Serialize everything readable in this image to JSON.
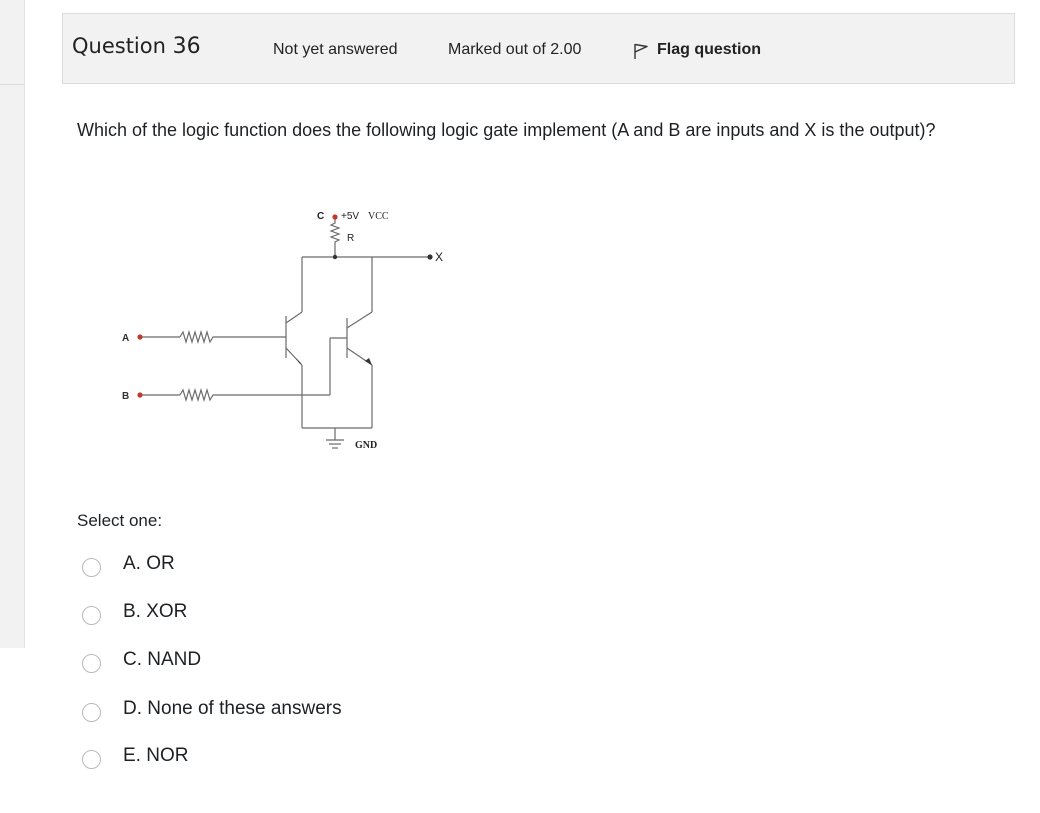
{
  "question": {
    "label": "Question",
    "number": "36",
    "state": "Not yet answered",
    "grade": "Marked out of 2.00",
    "flag_label": "Flag question",
    "text": "Which of the logic function does the following logic gate implement (A and B are inputs and X is the output)?"
  },
  "diagram": {
    "label_c": "C",
    "label_vcc": "+5V",
    "label_vcc2": "VCC",
    "label_r": "R",
    "label_x": "X",
    "label_a": "A",
    "label_b": "B",
    "label_gnd": "GND"
  },
  "answer": {
    "prompt": "Select one:",
    "options": [
      {
        "label": "A. OR"
      },
      {
        "label": "B. XOR"
      },
      {
        "label": "C. NAND"
      },
      {
        "label": "D. None of these answers"
      },
      {
        "label": "E. NOR"
      }
    ]
  }
}
